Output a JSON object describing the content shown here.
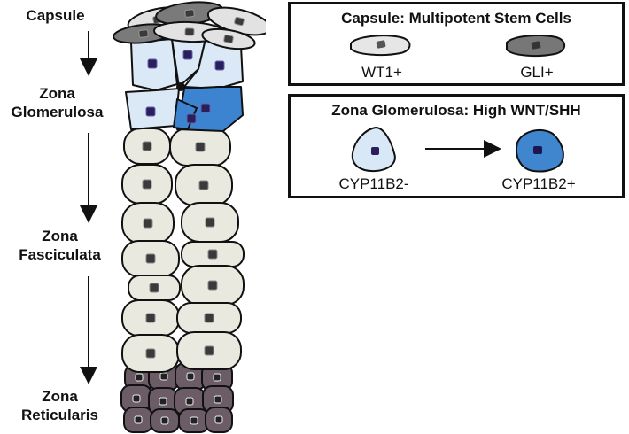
{
  "zones": [
    {
      "key": "capsule",
      "lines": [
        "Capsule"
      ]
    },
    {
      "key": "glomerulosa",
      "lines": [
        "Zona",
        "Glomerulosa"
      ]
    },
    {
      "key": "fasciculata",
      "lines": [
        "Zona",
        "Fasciculata"
      ]
    },
    {
      "key": "reticularis",
      "lines": [
        "Zona",
        "Reticularis"
      ]
    }
  ],
  "legend": {
    "capsule": {
      "title": "Capsule: Multipotent Stem Cells",
      "cells": [
        {
          "label": "WT1+",
          "fill": "#e6e6e6",
          "nucleus": "#555555"
        },
        {
          "label": "GLI+",
          "fill": "#777777",
          "nucleus": "#333333"
        }
      ]
    },
    "glomerulosa": {
      "title": "Zona Glomerulosa: High WNT/SHH",
      "cells": [
        {
          "label": "CYP11B2-",
          "fill": "#d8e8f7",
          "nucleus": "#2a1f5c"
        },
        {
          "label": "CYP11B2+",
          "fill": "#3f86cf",
          "nucleus": "#1e1650"
        }
      ]
    }
  },
  "colors": {
    "capsule_light": "#e2e2e2",
    "capsule_dark": "#7a7a7a",
    "glomerulosa_light": "#dbe9f7",
    "glomerulosa_dark": "#3c84cf",
    "fasciculata": "#e9e9df",
    "reticularis": "#6b5c66",
    "nucleus_gray": "#3a3a3a",
    "nucleus_purple": "#27205a",
    "outline": "#111111"
  }
}
